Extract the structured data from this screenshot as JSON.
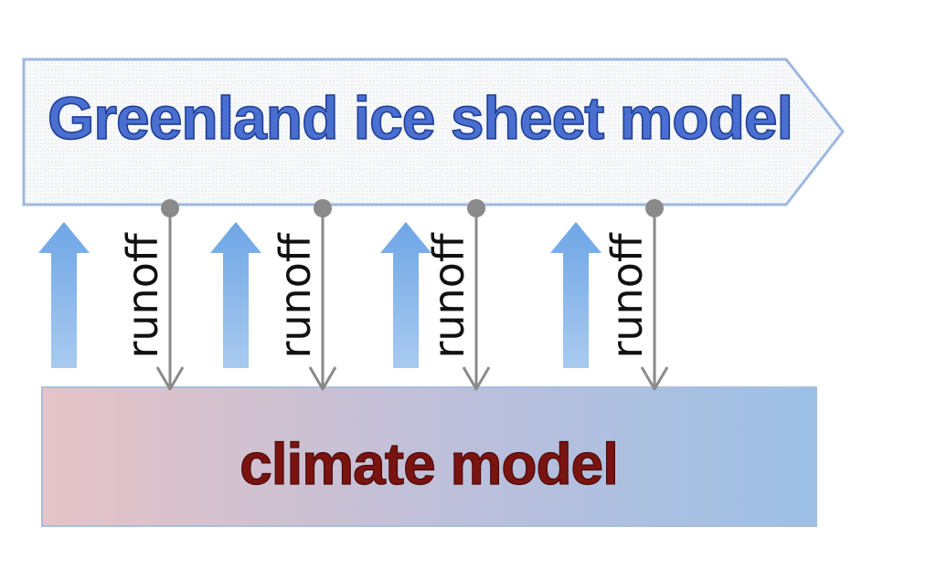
{
  "diagram": {
    "ice_sheet_model": {
      "label": "Greenland ice sheet model"
    },
    "climate_model": {
      "label": "climate model"
    },
    "couplings": [
      {
        "label": "runoff"
      },
      {
        "label": "runoff"
      },
      {
        "label": "runoff"
      },
      {
        "label": "runoff"
      }
    ],
    "colors": {
      "ice_text": "#4a6fd0",
      "ice_border": "#9db8e0",
      "climate_text": "#7a1410",
      "climate_left": "#e6c3c6",
      "climate_right": "#9cc0e6",
      "up_arrow": "#7aaee8",
      "down_arrow": "#888888"
    }
  }
}
